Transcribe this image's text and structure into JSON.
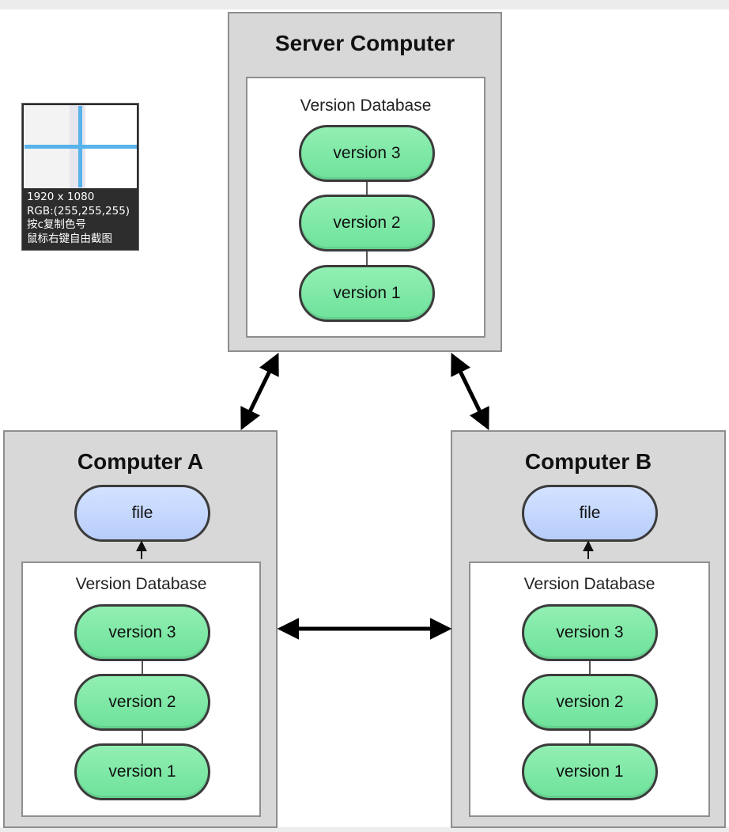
{
  "server": {
    "title": "Server Computer",
    "database": {
      "title": "Version Database",
      "versions": [
        "version 3",
        "version 2",
        "version 1"
      ]
    }
  },
  "computer_a": {
    "title": "Computer A",
    "file": "file",
    "database": {
      "title": "Version Database",
      "versions": [
        "version 3",
        "version 2",
        "version 1"
      ]
    }
  },
  "computer_b": {
    "title": "Computer B",
    "file": "file",
    "database": {
      "title": "Version Database",
      "versions": [
        "version 3",
        "version 2",
        "version 1"
      ]
    }
  },
  "color_picker": {
    "resolution": "1920 x 1080",
    "rgb": "RGB:(255,255,255)",
    "hint_copy": "按c复制色号",
    "hint_capture": "鼠标右键自由截图"
  },
  "colors": {
    "computer_bg": "#d8d8d8",
    "version_fill": "#7ee8a6",
    "file_fill": "#c2d6fc",
    "crosshair": "#57b3ea"
  }
}
